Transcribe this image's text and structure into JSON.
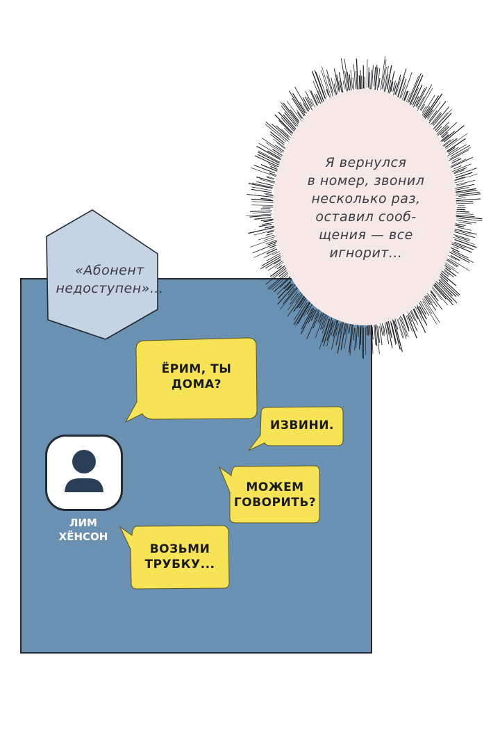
{
  "narration": {
    "thought_lines": [
      "Я вернулся",
      "в номер, звонил",
      "несколько раз,",
      "оставил сооб-",
      "щения — все",
      "игнорит..."
    ],
    "hexagon_lines": [
      "«Абонент",
      "недоступен»..."
    ]
  },
  "contact": {
    "name_lines": [
      "ЛИМ",
      "ХЁНСОН"
    ],
    "icon": "user-avatar-icon"
  },
  "messages": [
    {
      "lines": [
        "ЁРИМ, ТЫ",
        "ДОМА?"
      ]
    },
    {
      "lines": [
        "ИЗВИНИ."
      ]
    },
    {
      "lines": [
        "МОЖЕМ",
        "ГОВОРИТЬ?"
      ]
    },
    {
      "lines": [
        "ВОЗЬМИ",
        "ТРУБКУ..."
      ]
    }
  ],
  "colors": {
    "panel": "#6a91b2",
    "message_bubble": "#f6e356",
    "thought_bubble": "#f6e8e6",
    "hexagon": "#c6d3e2",
    "avatar_icon": "#2a3e57"
  }
}
